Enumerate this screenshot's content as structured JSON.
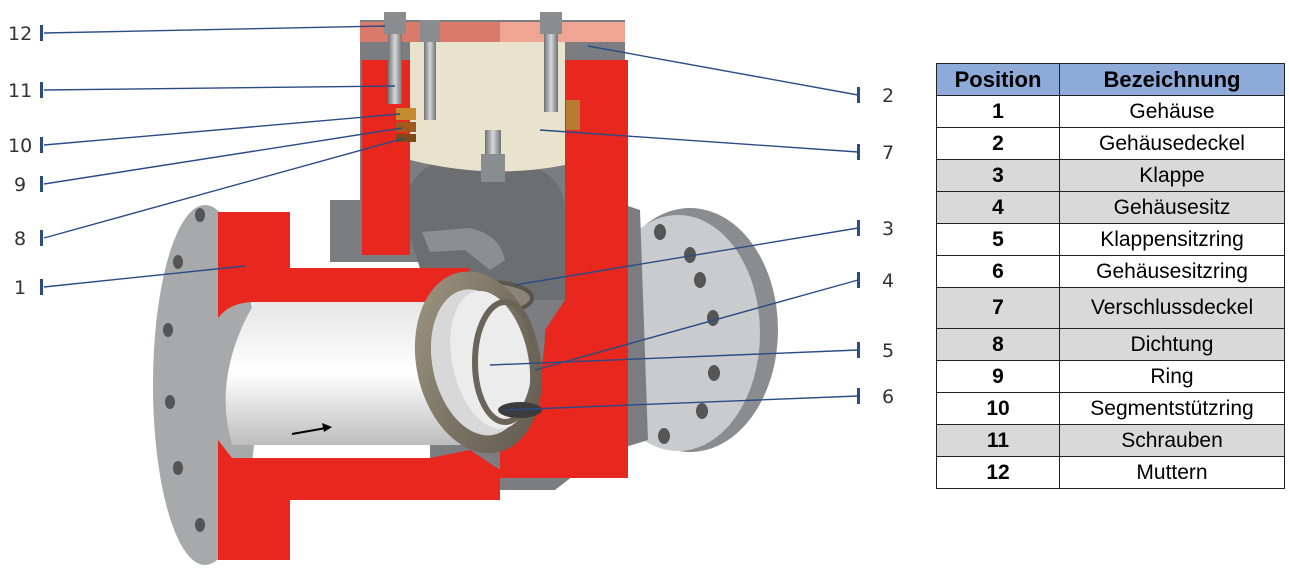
{
  "callouts": [
    "12",
    "11",
    "10",
    "9",
    "8",
    "1",
    "2",
    "7",
    "3",
    "4",
    "5",
    "6"
  ],
  "colors": {
    "cut_section": "#e8271e",
    "cast_body": "#7b7d80",
    "cover_plate": "#e9e2cc",
    "flange_face": "#c9cbcd",
    "leader_line": "#2a4c86",
    "table_header": "#8eaad8",
    "table_row_shade": "#d9d9d9"
  },
  "icons": [
    "check-valve-cutaway",
    "flow-arrow-icon"
  ],
  "table": {
    "headers": {
      "position": "Position",
      "name": "Bezeichnung"
    },
    "rows": [
      {
        "pos": "1",
        "name": "Gehäuse",
        "shaded": false
      },
      {
        "pos": "2",
        "name": "Gehäusedeckel",
        "shaded": false
      },
      {
        "pos": "3",
        "name": "Klappe",
        "shaded": true
      },
      {
        "pos": "4",
        "name": "Gehäusesitz",
        "shaded": true
      },
      {
        "pos": "5",
        "name": "Klappensitzring",
        "shaded": false
      },
      {
        "pos": "6",
        "name": "Gehäusesitzring",
        "shaded": false
      },
      {
        "pos": "7",
        "name": "Verschlussdeckel",
        "shaded": true
      },
      {
        "pos": "8",
        "name": "Dichtung",
        "shaded": true
      },
      {
        "pos": "9",
        "name": "Ring",
        "shaded": false
      },
      {
        "pos": "10",
        "name": "Segmentstützring",
        "shaded": false
      },
      {
        "pos": "11",
        "name": "Schrauben",
        "shaded": true
      },
      {
        "pos": "12",
        "name": "Muttern",
        "shaded": false
      }
    ]
  }
}
